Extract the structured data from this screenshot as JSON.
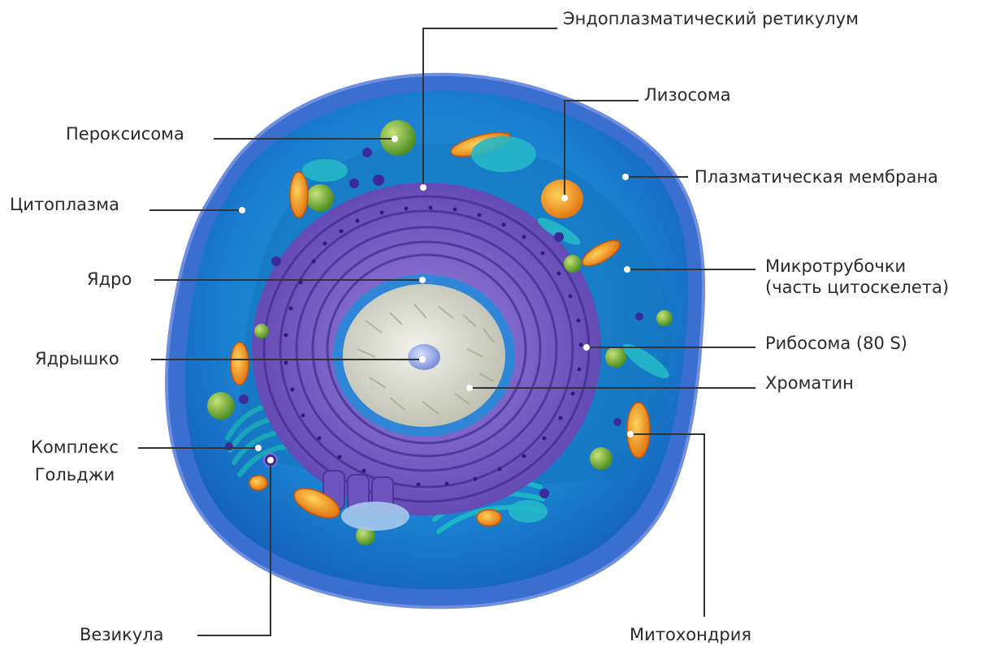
{
  "diagram": {
    "labels": {
      "er": "Эндоплазматический ретикулум",
      "lysosome": "Лизосома",
      "plasma_membrane": "Плазматическая мембрана",
      "peroxisome": "Пероксисома",
      "cytoplasm": "Цитоплазма",
      "nucleus": "Ядро",
      "nucleolus": "Ядрышко",
      "microtubules_line1": "Микротрубочки",
      "microtubules_line2": "(часть цитоскелета)",
      "ribosome": "Рибосома (80 S)",
      "chromatin": "Хроматин",
      "golgi_line1": "Комплекс",
      "golgi_line2": "Гольджи",
      "vesicle": "Везикула",
      "mitochondrion": "Митохондрия"
    },
    "colors": {
      "membrane_outer": "#2f6fd0",
      "cytoplasm": "#1f8fd6",
      "cytoplasm_dark": "#156db3",
      "er": "#7a5fc8",
      "er_dark": "#4e3a9a",
      "nuclear_envelope": "#3a88d8",
      "chromatin": "#d9d9cc",
      "nucleolus": "#8fa4e0",
      "mitochondrion": "#f39a1c",
      "peroxisome": "#7fb53a",
      "lysosome": "#f5a020",
      "golgi": "#19a7b8",
      "ribosome": "#3a2a8a",
      "leader_line": "#333333"
    }
  }
}
